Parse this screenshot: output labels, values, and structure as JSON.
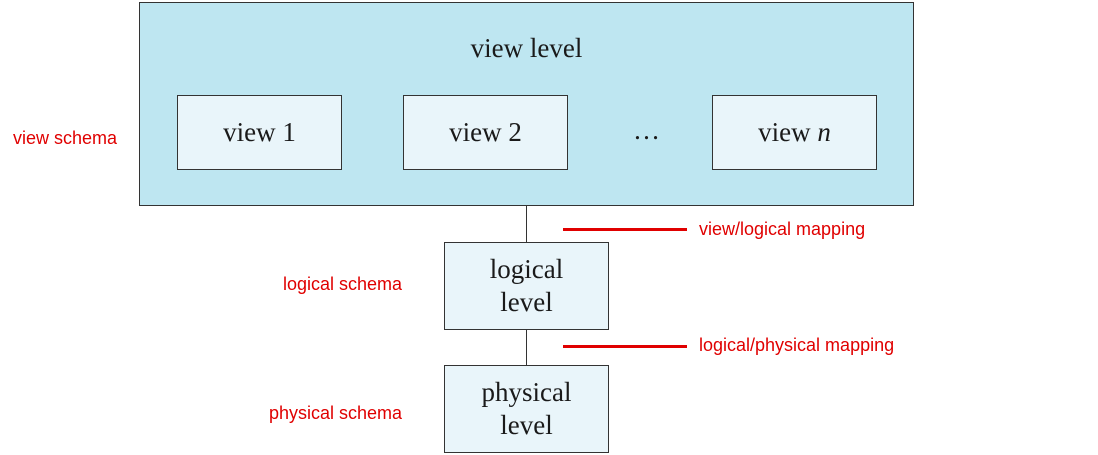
{
  "colors": {
    "box_fill": "#bee6f1",
    "inner_box_fill": "#e9f5fa",
    "annotation": "#e00000"
  },
  "view_level": {
    "title": "view level",
    "views": [
      {
        "name": "view 1",
        "var": ""
      },
      {
        "name": "view 2",
        "var": ""
      },
      {
        "name": "view ",
        "var": "n"
      }
    ],
    "ellipsis": "…"
  },
  "logical_level": {
    "line1": "logical",
    "line2": "level"
  },
  "physical_level": {
    "line1": "physical",
    "line2": "level"
  },
  "annotations": {
    "view_schema": "view schema",
    "logical_schema": "logical schema",
    "physical_schema": "physical schema",
    "view_logical_mapping": "view/logical mapping",
    "logical_physical_mapping": "logical/physical mapping"
  }
}
